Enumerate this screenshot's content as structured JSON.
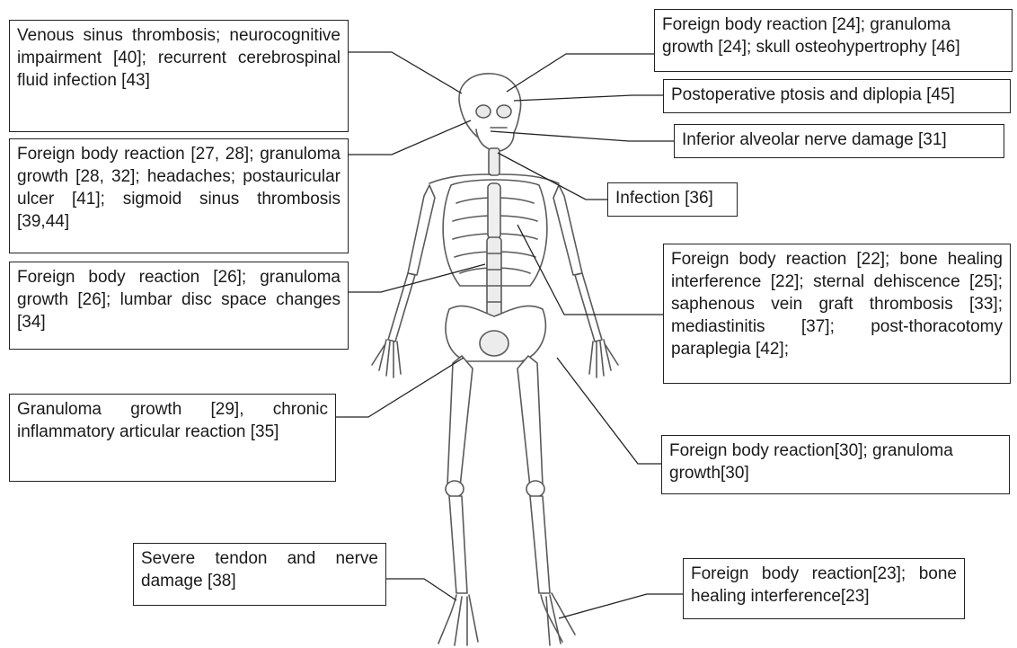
{
  "title": "",
  "annotations": {
    "venous_sinus": "Venous sinus thrombosis; neurocognitive impairment [40]; recurrent cerebrospinal fluid infection [43]",
    "ear_region": "Foreign body reaction [27, 28]; granuloma growth [28, 32]; headaches; postauricular ulcer [41]; sigmoid sinus thrombosis [39,44]",
    "lumbar": "Foreign body reaction [26]; granuloma growth [26]; lumbar disc space changes [34]",
    "hip_joint": "Granuloma growth [29], chronic inflammatory articular reaction [35]",
    "ankle_tendon": "Severe tendon and nerve damage [38]",
    "skull": "Foreign body reaction [24]; granuloma growth [24]; skull osteohypertrophy [46]",
    "orbit": "Postoperative ptosis and diplopia [45]",
    "jaw": "Inferior alveolar nerve damage [31]",
    "neck": "Infection [36]",
    "thorax": "Foreign body reaction [22]; bone healing interference [22]; sternal dehiscence [25]; saphenous vein graft thrombosis [33]; mediastinitis [37]; post-thoracotomy paraplegia [42];",
    "knee": "Foreign body reaction[30]; granuloma growth[30]",
    "foot": "Foreign body reaction[23]; bone healing interference[23]"
  },
  "colors": {
    "line": "#222222",
    "bone_fill": "#ffffff",
    "bone_stroke": "#555555"
  }
}
